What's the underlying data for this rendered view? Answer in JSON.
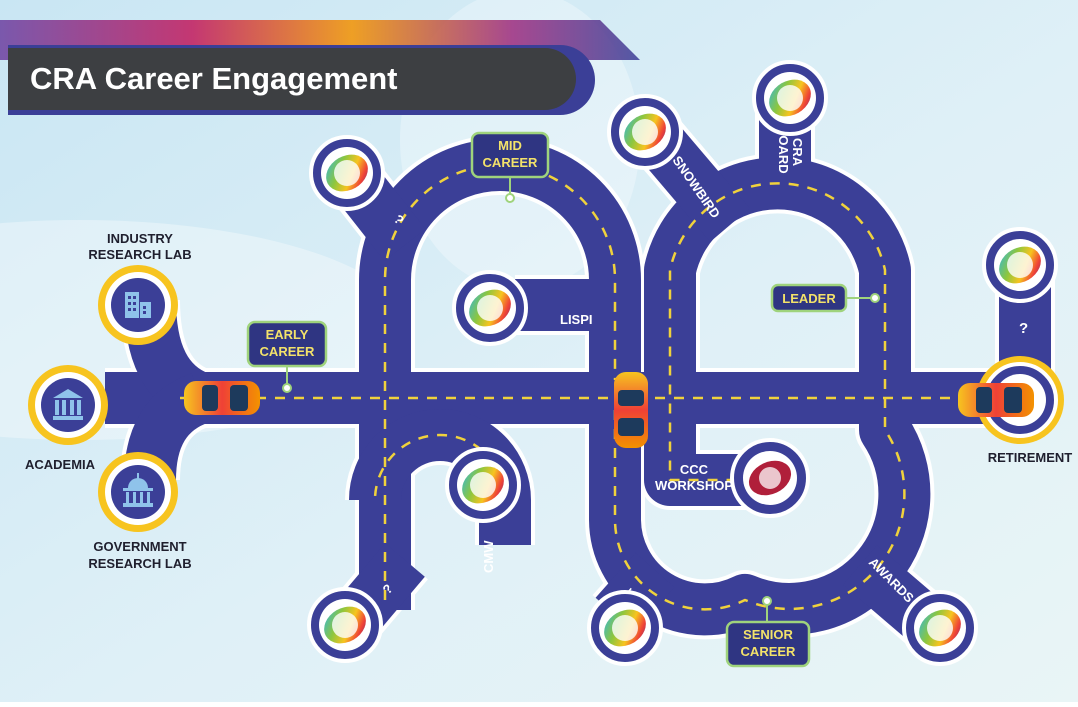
{
  "title": "CRA Career Engagement",
  "colors": {
    "road": "#3b3f97",
    "road_edge": "#ffffff",
    "dash": "#f0d23c",
    "banner": "#3d3f42",
    "label_bg": "#2f3582",
    "label_border": "#9fd37c",
    "label_text": "#f3e26a"
  },
  "signs": {
    "early": [
      "EARLY",
      "CAREER"
    ],
    "mid": [
      "MID",
      "CAREER"
    ],
    "senior": [
      "SENIOR",
      "CAREER"
    ],
    "leader": "LEADER"
  },
  "road_labels": {
    "lispi": "LISPI",
    "snowbird": "SNOWBIRD",
    "cra_board": [
      "CRA",
      "BOARD"
    ],
    "cmw": "CMW",
    "lt": "LT",
    "awards": "AWARDS",
    "q1": "?",
    "q2": "?",
    "q3": "?"
  },
  "places": {
    "industry": [
      "INDUSTRY",
      "RESEARCH LAB"
    ],
    "academia": "ACADEMIA",
    "government": [
      "GOVERNMENT",
      "RESEARCH LAB"
    ],
    "ccc": [
      "CCC",
      "WORKSHOP"
    ],
    "retirement": "RETIREMENT"
  },
  "icons": {
    "industry": "building-icon",
    "academia": "institution-columns-icon",
    "government": "government-dome-icon",
    "cars": "car-icon"
  }
}
